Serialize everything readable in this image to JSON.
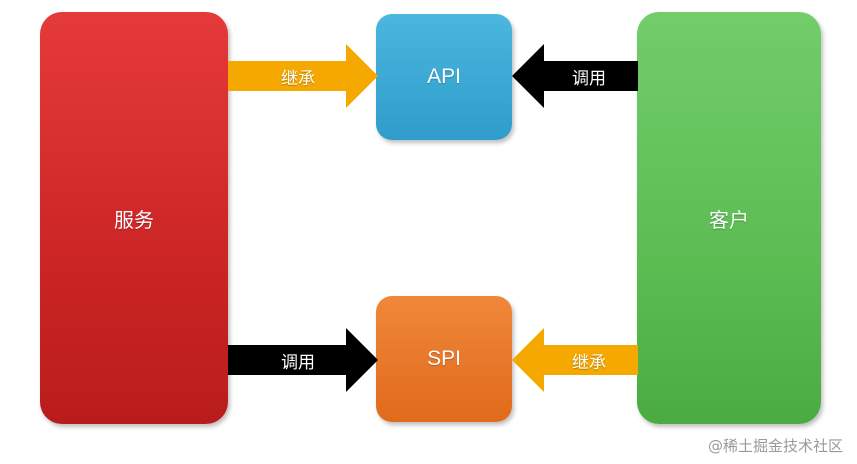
{
  "nodes": {
    "server": "服务",
    "api": "API",
    "spi": "SPI",
    "client": "客户"
  },
  "arrows": {
    "server_to_api": "继承",
    "client_to_api": "调用",
    "server_to_spi": "调用",
    "client_to_spi": "继承"
  },
  "watermark": "@稀土掘金技术社区",
  "colors": {
    "server": "#cc2525",
    "client": "#5cbd53",
    "api": "#2f9ccb",
    "spi": "#e16a1c",
    "inherit_arrow": "#f5a800",
    "call_arrow": "#000000"
  }
}
